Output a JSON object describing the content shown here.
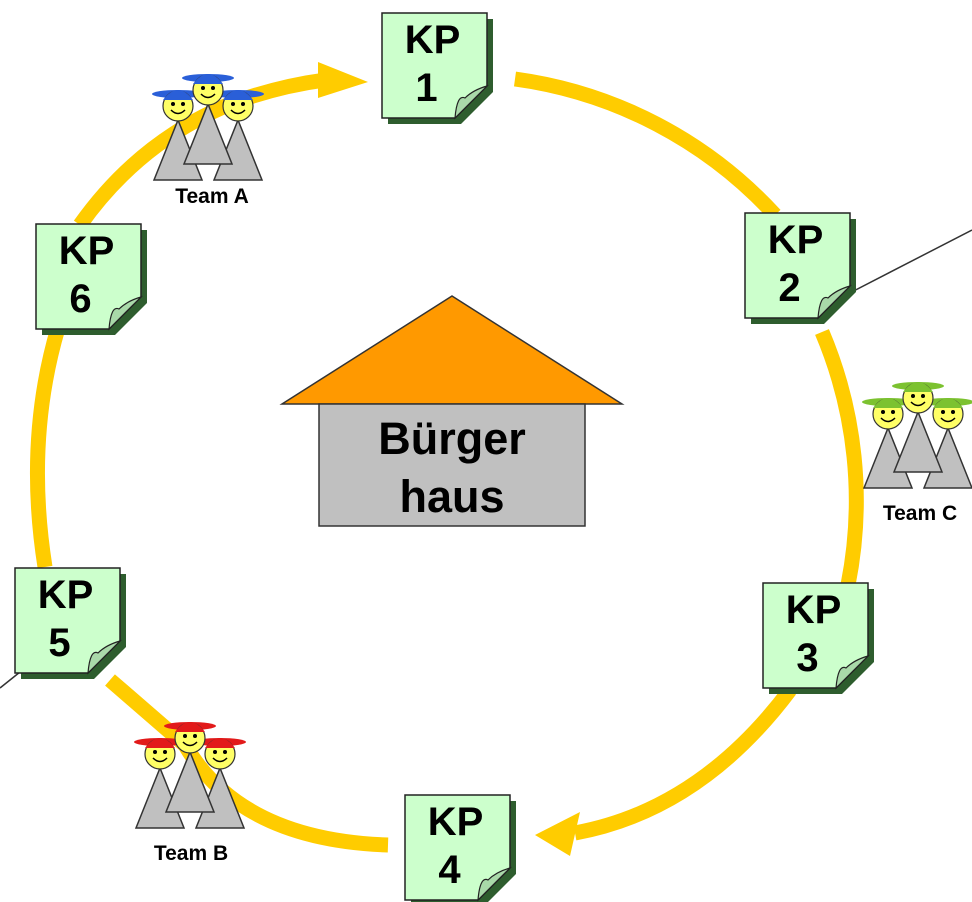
{
  "center": {
    "line1": "Bürger",
    "line2": "haus"
  },
  "checkpoints": [
    {
      "id": "kp1",
      "line1": "KP",
      "line2": "1"
    },
    {
      "id": "kp2",
      "line1": "KP",
      "line2": "2"
    },
    {
      "id": "kp3",
      "line1": "KP",
      "line2": "3"
    },
    {
      "id": "kp4",
      "line1": "KP",
      "line2": "4"
    },
    {
      "id": "kp5",
      "line1": "KP",
      "line2": "5"
    },
    {
      "id": "kp6",
      "line1": "KP",
      "line2": "6"
    }
  ],
  "teams": [
    {
      "id": "team-a",
      "label": "Team A",
      "cap_color": "#2a5fd8"
    },
    {
      "id": "team-b",
      "label": "Team B",
      "cap_color": "#e21a1a"
    },
    {
      "id": "team-c",
      "label": "Team C",
      "cap_color": "#7cc230"
    }
  ],
  "colors": {
    "route": "#ffcc00",
    "roof": "#ff9900",
    "wall": "#c0c0c0",
    "note": "#ccffcc",
    "face": "#ffff66",
    "body": "#c0c0c0"
  }
}
